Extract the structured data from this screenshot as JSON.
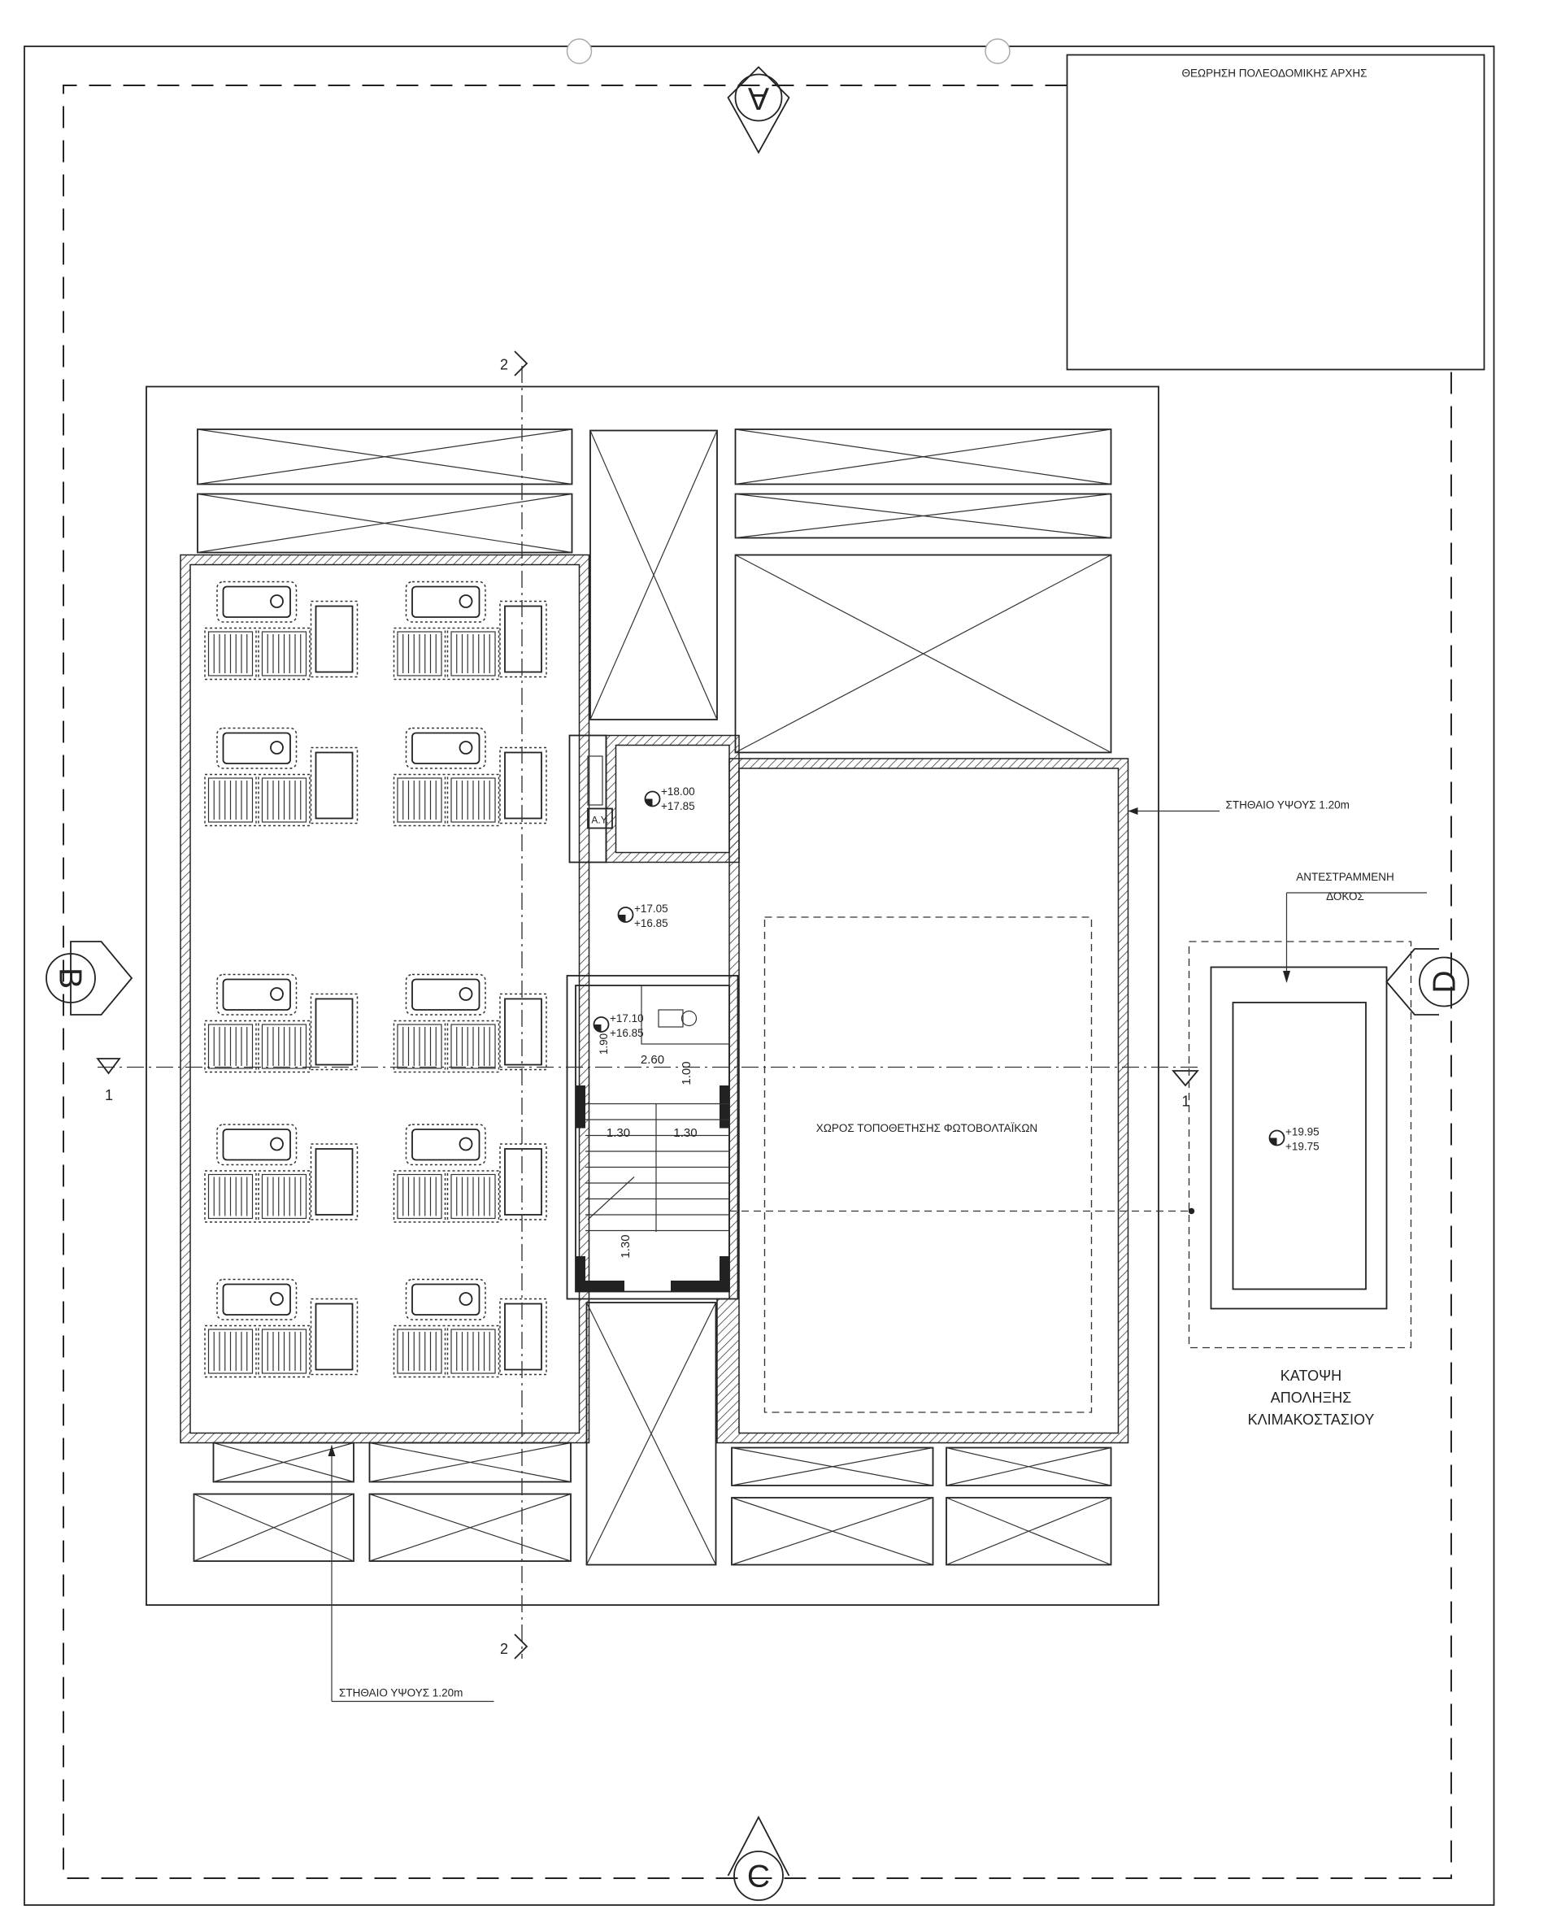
{
  "title_block": {
    "heading": "ΘΕΩΡΗΣΗ ΠΟΛΕΟΔΟΜΙΚΗΣ ΑΡΧΗΣ"
  },
  "section_markers": {
    "top": "A",
    "left": "B",
    "bottom": "C",
    "right": "D"
  },
  "section_cuts": {
    "vertical_top": "2",
    "vertical_bottom": "2",
    "horizontal_left": "1",
    "horizontal_right": "1"
  },
  "notes": {
    "parapet_right": "ΣΤΗΘΑΙΟ ΥΨΟΥΣ 1.20m",
    "parapet_bottom": "ΣΤΗΘΑΙΟ ΥΨΟΥΣ 1.20m",
    "inverted_beam_line1": "ΑΝΤΕΣΤΡΑΜΜΕΝΗ",
    "inverted_beam_line2": "ΔΟΚΟΣ",
    "pv_area": "ΧΩΡΟΣ ΤΟΠΟΘΕΤΗΣΗΣ ΦΩΤΟΒΟΛΤΑΪΚΩΝ",
    "roof_plan_line1": "ΚΑΤΟΨΗ",
    "roof_plan_line2": "ΑΠΟΛΗΞΗΣ",
    "roof_plan_line3": "ΚΛΙΜΑΚΟΣΤΑΣΙΟΥ",
    "elevator_tag": "Α.Υ."
  },
  "elevations": {
    "elevator_top": "+18.00",
    "elevator_bottom": "+17.85",
    "roof_top": "+17.05",
    "roof_bottom": "+16.85",
    "landing_top": "+17.10",
    "landing_bottom": "+16.85",
    "stair_roof_top": "+19.95",
    "stair_roof_bottom": "+19.75"
  },
  "dimensions": {
    "landing_depth": "1.90",
    "landing_width": "2.60",
    "clear": "1.00",
    "flight_left": "1.30",
    "flight_right": "1.30",
    "bottom_landing": "1.30"
  },
  "solar_units_count": 10
}
